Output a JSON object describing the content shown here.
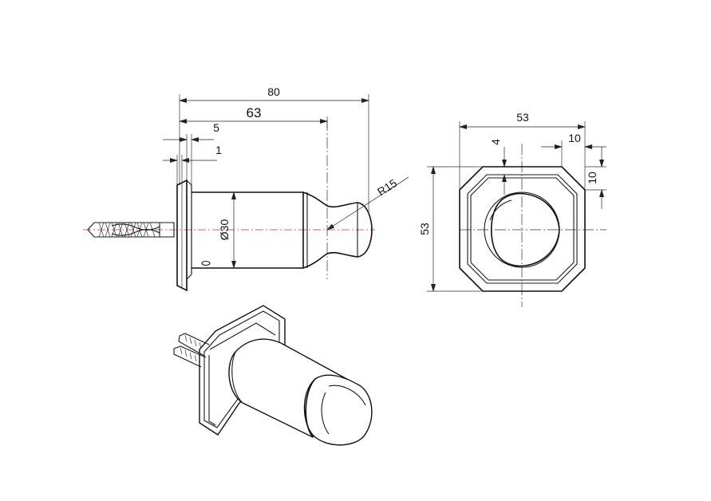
{
  "side_view": {
    "dim_overall": "80",
    "dim_length": "63",
    "dim_flange": "5",
    "dim_gap": "1",
    "dim_diameter": "Ø30",
    "dim_radius": "R15"
  },
  "front_view": {
    "dim_width": "53",
    "dim_height": "53",
    "dim_chamfer_h": "10",
    "dim_chamfer_v": "10",
    "dim_inset": "4"
  }
}
